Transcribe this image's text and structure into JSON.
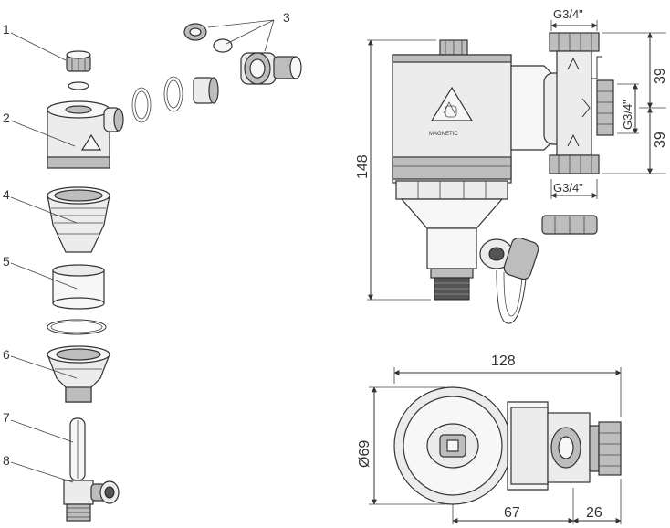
{
  "labels": {
    "part_numbers": [
      "1",
      "2",
      "3",
      "4",
      "5",
      "6",
      "7",
      "8"
    ],
    "thread_top": "G3/4\"",
    "thread_right": "G3/4\"",
    "thread_bottom": "G3/4\"",
    "dim_height": "148",
    "dim_upper": "39",
    "dim_lower": "39",
    "dim_width": "128",
    "dim_diameter": "Ø69",
    "dim_body": "67",
    "dim_connector": "26",
    "brand_text": "MAGNETIC"
  }
}
